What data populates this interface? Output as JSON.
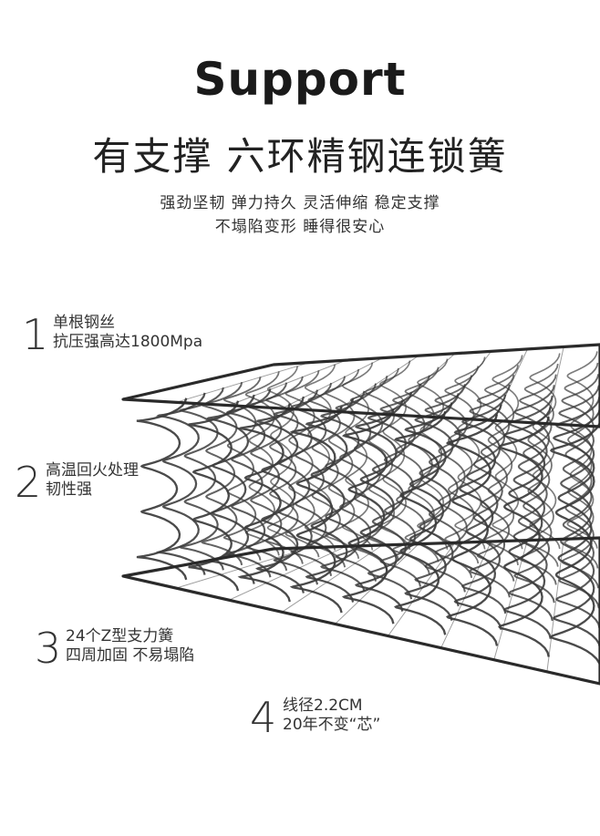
{
  "title": "Support",
  "subtitle": "有支撑 六环精钢连锁簧",
  "tagline": {
    "line1": "强劲坚韧 弹力持久  灵活伸缩 稳定支撑",
    "line2": "不塌陷变形 睡得很安心"
  },
  "features": [
    {
      "num": "1",
      "line1": "单根钢丝",
      "line2": "抗压强高达1800Mpa"
    },
    {
      "num": "2",
      "line1": "高温回火处理",
      "line2": "韧性强"
    },
    {
      "num": "3",
      "line1": "24个Z型支力簧",
      "line2": "四周加固 不易塌陷"
    },
    {
      "num": "4",
      "line1": "线径2.2CM",
      "line2": "20年不变“芯”"
    }
  ],
  "colors": {
    "spring": "#3c3c3c",
    "frame": "#2a2a2a"
  },
  "image": "spring-coil-mattress-core"
}
